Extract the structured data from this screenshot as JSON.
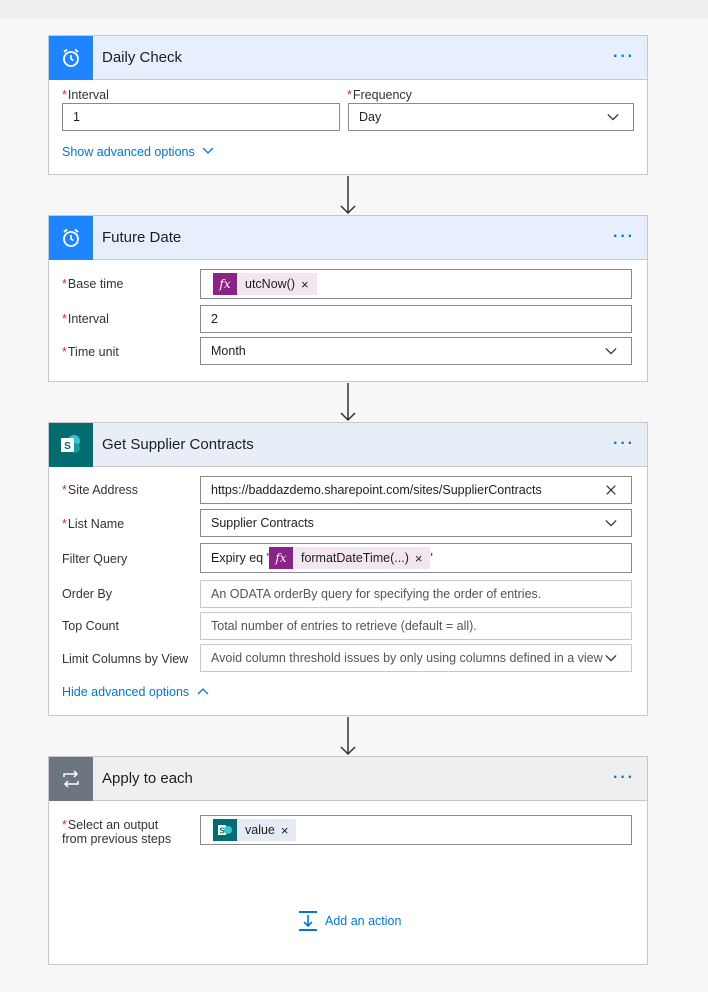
{
  "cards": {
    "daily_check": {
      "title": "Daily Check",
      "interval_label": "Interval",
      "interval_value": "1",
      "frequency_label": "Frequency",
      "frequency_value": "Day",
      "advanced_link": "Show advanced options"
    },
    "future_date": {
      "title": "Future Date",
      "base_time_label": "Base time",
      "base_time_token": "utcNow()",
      "interval_label": "Interval",
      "interval_value": "2",
      "time_unit_label": "Time unit",
      "time_unit_value": "Month"
    },
    "get_supplier_contracts": {
      "title": "Get Supplier Contracts",
      "site_address_label": "Site Address",
      "site_address_value": "https://baddazdemo.sharepoint.com/sites/SupplierContracts",
      "list_name_label": "List Name",
      "list_name_value": "Supplier Contracts",
      "filter_query_label": "Filter Query",
      "filter_prefix": "Expiry eq '",
      "filter_token": "formatDateTime(...)",
      "filter_suffix": "'",
      "order_by_label": "Order By",
      "order_by_placeholder": "An ODATA orderBy query for specifying the order of entries.",
      "top_count_label": "Top Count",
      "top_count_placeholder": "Total number of entries to retrieve (default = all).",
      "limit_columns_label": "Limit Columns by View",
      "limit_columns_placeholder": "Avoid column threshold issues by only using columns defined in a view",
      "advanced_link": "Hide advanced options"
    },
    "apply_to_each": {
      "title": "Apply to each",
      "select_output_label_1": "Select an output",
      "select_output_label_2": "from previous steps",
      "output_token": "value",
      "add_action_label": "Add an action"
    }
  },
  "more_glyph": "···",
  "required_mark": "*",
  "close_glyph": "×",
  "colors": {
    "recurrence_blue": "#1f85ff",
    "sharepoint_teal": "#036c70",
    "loop_gray": "#6e7582",
    "expression_purple": "#8a2386",
    "link_blue": "#0078d4"
  },
  "icons": {
    "recurrence": "alarm-clock-icon",
    "sharepoint": "sharepoint-icon",
    "loop": "loop-icon",
    "expression": "fx-icon",
    "add_action": "add-action-icon"
  }
}
